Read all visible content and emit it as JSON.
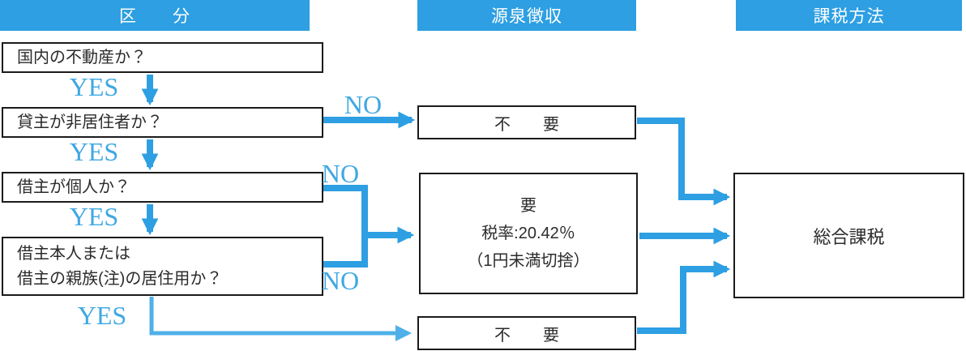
{
  "colors": {
    "accent": "#2d9fe2",
    "accent_light": "#4fb0e8",
    "decision_text": "#3fa8e2",
    "box_border": "#1b1b1b",
    "text": "#2b2b2b"
  },
  "headers": {
    "category": "区　　分",
    "withholding": "源泉徴収",
    "taxation_method": "課税方法"
  },
  "questions": [
    {
      "lines": [
        "国内の不動産か？"
      ]
    },
    {
      "lines": [
        "貸主が非居住者か？"
      ]
    },
    {
      "lines": [
        "借主が個人か？"
      ]
    },
    {
      "lines": [
        "借主本人または",
        "借主の親族(注)の居住用か？"
      ]
    }
  ],
  "decision_labels": {
    "yes": "YES",
    "no": "NO"
  },
  "results": {
    "not_required_top": "不　　要",
    "required": {
      "lines": [
        "要",
        "税率:20.42％",
        "（1円未満切捨）"
      ]
    },
    "not_required_bottom": "不　　要",
    "comprehensive_taxation": "総合課税"
  }
}
